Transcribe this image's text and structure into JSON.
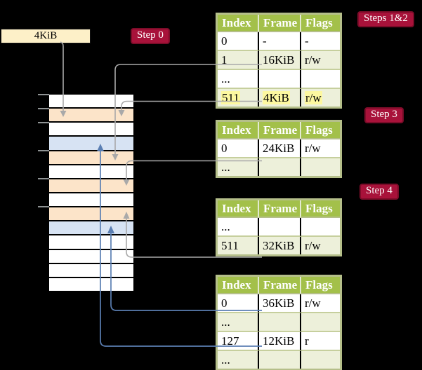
{
  "label_box": {
    "text": "4KiB"
  },
  "badges": {
    "step0": "Step 0",
    "steps12": "Steps 1&2",
    "step3": "Step 3",
    "step4": "Step 4"
  },
  "tables": [
    {
      "id": "page-table-1",
      "headers": [
        "Index",
        "Frame",
        "Flags"
      ],
      "rows": [
        {
          "cells": [
            "0",
            "-",
            "-"
          ],
          "shaded": false,
          "highlight": false
        },
        {
          "cells": [
            "1",
            "16KiB",
            "r/w"
          ],
          "shaded": true,
          "highlight": false
        },
        {
          "cells": [
            "...",
            "",
            ""
          ],
          "shaded": false,
          "highlight": false
        },
        {
          "cells": [
            "511",
            "4KiB",
            "r/w"
          ],
          "shaded": true,
          "highlight": true
        }
      ]
    },
    {
      "id": "page-table-2",
      "headers": [
        "Index",
        "Frame",
        "Flags"
      ],
      "rows": [
        {
          "cells": [
            "0",
            "24KiB",
            "r/w"
          ],
          "shaded": false,
          "highlight": false
        },
        {
          "cells": [
            "...",
            "",
            ""
          ],
          "shaded": true,
          "highlight": false
        }
      ]
    },
    {
      "id": "page-table-3",
      "headers": [
        "Index",
        "Frame",
        "Flags"
      ],
      "rows": [
        {
          "cells": [
            "...",
            "",
            ""
          ],
          "shaded": false,
          "highlight": false
        },
        {
          "cells": [
            "511",
            "32KiB",
            "r/w"
          ],
          "shaded": true,
          "highlight": false
        }
      ]
    },
    {
      "id": "page-table-4",
      "headers": [
        "Index",
        "Frame",
        "Flags"
      ],
      "rows": [
        {
          "cells": [
            "0",
            "36KiB",
            "r/w"
          ],
          "shaded": false,
          "highlight": false
        },
        {
          "cells": [
            "...",
            "",
            ""
          ],
          "shaded": true,
          "highlight": false
        },
        {
          "cells": [
            "127",
            "12KiB",
            "r"
          ],
          "shaded": false,
          "highlight": false
        },
        {
          "cells": [
            "...",
            "",
            ""
          ],
          "shaded": true,
          "highlight": false
        }
      ]
    }
  ],
  "memory": {
    "frames": [
      "free",
      "pagetable",
      "free",
      "data",
      "pagetable",
      "free",
      "pagetable",
      "free",
      "pagetable",
      "data",
      "free",
      "free",
      "free",
      "free"
    ]
  },
  "connections": {
    "gray": [
      {
        "from": "4KiB label box",
        "to": "memory frame at 4KiB (row 2)"
      },
      {
        "from": "page-table-1 row index 1 (frame 16KiB)",
        "to": "memory frame at 16KiB (row 5)"
      },
      {
        "from": "page-table-1 row index 511 (frame 4KiB)",
        "to": "memory frame at 4KiB (row 2)"
      },
      {
        "from": "page-table-2 row index 0 (frame 24KiB)",
        "to": "memory frame at 24KiB (row 7)"
      },
      {
        "from": "page-table-3 row index 511 (frame 32KiB)",
        "to": "memory frame at 32KiB (row 9)"
      }
    ],
    "blue": [
      {
        "from": "page-table-4 row index 0 (frame 36KiB)",
        "to": "memory frame at 36KiB (row 10)"
      },
      {
        "from": "page-table-4 row index 127 (frame 12KiB)",
        "to": "memory frame at 12KiB (row 4)"
      }
    ]
  },
  "colors": {
    "background": "#000000",
    "badge_bg": "#a8123a",
    "badge_border": "#7c0c29",
    "badge_text": "#ffffff",
    "label_box_bg": "#fdf0c8",
    "table_header_bg": "#a3c04a",
    "table_header_text": "#ffffff",
    "table_border": "#b5bf8a",
    "table_row_white": "#ffffff",
    "table_row_green": "#edf0da",
    "highlight_yellow": "#fdf8a0",
    "frame_free": "#ffffff",
    "frame_pagetable": "#fce4c9",
    "frame_data": "#d7e3f3",
    "connector_gray": "#a9a9a9",
    "connector_blue": "#5b7fb3"
  }
}
